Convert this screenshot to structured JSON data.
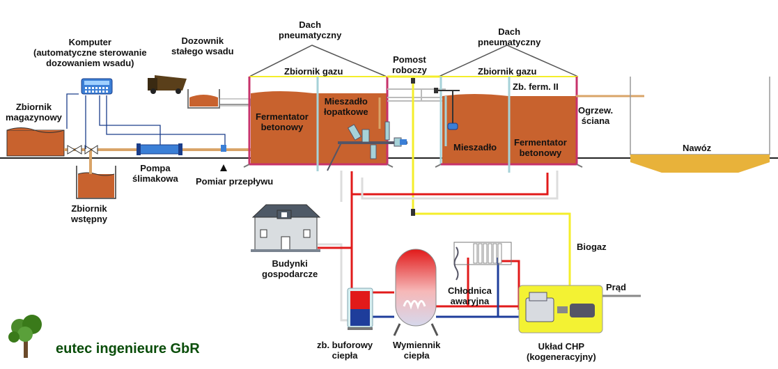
{
  "labels": {
    "zbiornik_magazynowy": "Zbiornik\nmagazynowy",
    "komputer": "Komputer\n(automatyczne sterowanie\ndozowaniem wsadu)",
    "dozownik": "Dozownik\nstałego wsadu",
    "dach1": "Dach\npneumatyczny",
    "dach2": "Dach\npneumatyczny",
    "pomost": "Pomost\nroboczy",
    "zbiornik_gazu_1": "Zbiornik gazu",
    "zbiornik_gazu_2": "Zbiornik gazu",
    "zb_ferm_2": "Zb. ferm. II",
    "fermentator_1": "Fermentator\nbetonowy",
    "mieszadlo_lopatkowe": "Mieszadło\nłopatkowe",
    "mieszadlo": "Mieszadło",
    "fermentator_2": "Fermentator\nbetonowy",
    "ogrzew_sciana": "Ogrzew.\nściana",
    "nawoz": "Nawóz",
    "pompa": "Pompa\nślimakowa",
    "pomiar": "Pomiar przepływu",
    "zbiornik_wstepny": "Zbiornik\nwstępny",
    "budynki": "Budynki\ngospodarcze",
    "biogaz": "Biogaz",
    "prad": "Prąd",
    "chlodnica": "Chłodnica\nawaryjna",
    "zb_buforowy": "zb. buforowy\nciepła",
    "wymiennik": "Wymiennik\nciepła",
    "uklad_chp": "Układ CHP\n(kogeneracyjny)"
  },
  "brand": {
    "name": "eutec ingenieure GbR"
  },
  "colors": {
    "digestate": "#c8622e",
    "manure": "#e8b23a",
    "wall_pink": "#c7326a",
    "wall_light": "#a6d2d8",
    "pipe": "#d9a468",
    "hot": "#e11a1a",
    "cold": "#1e3d9b",
    "gas": "#f4ee2a",
    "chp_yellow": "#f3f233",
    "grey_pipe": "#bdbdbd",
    "computer_blue": "#3b7fd6"
  },
  "icons": {
    "truck": "dump-truck-icon",
    "house": "farm-house-icon",
    "tree": "tree-logo-icon",
    "computer": "computer-icon"
  }
}
